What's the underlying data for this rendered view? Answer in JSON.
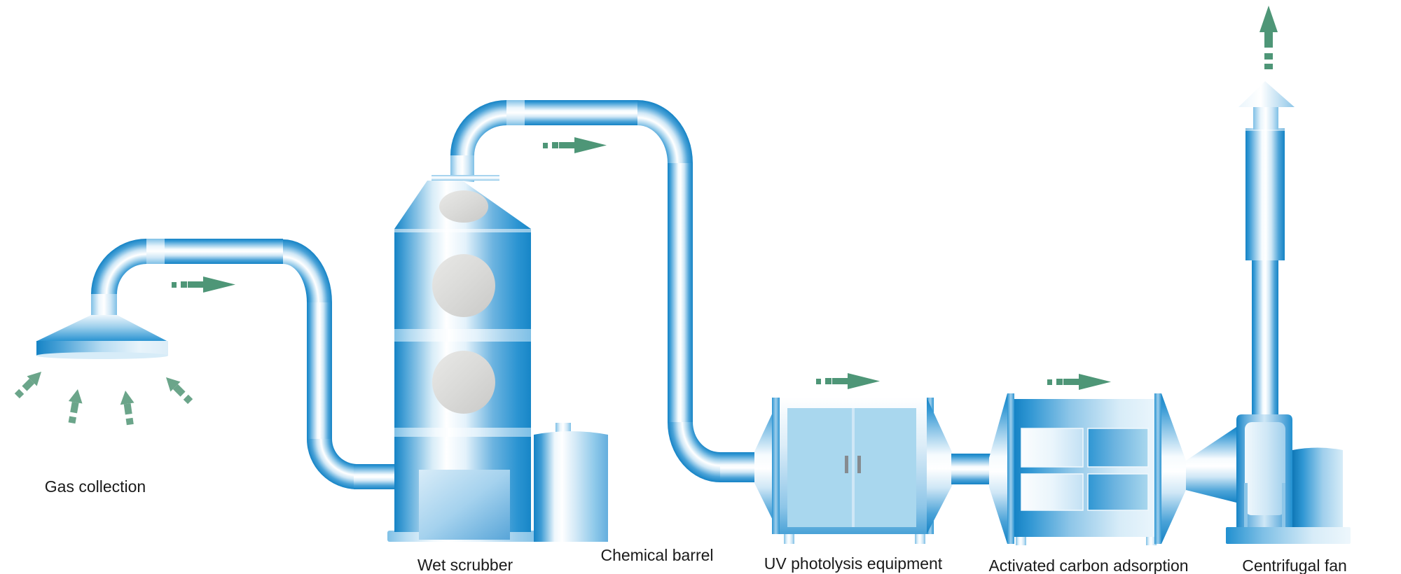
{
  "diagram": {
    "type": "process-flow",
    "background": "#ffffff",
    "stages": [
      {
        "id": "gas-collection",
        "label": "Gas collection"
      },
      {
        "id": "wet-scrubber",
        "label": "Wet scrubber"
      },
      {
        "id": "chemical-barrel",
        "label": "Chemical barrel"
      },
      {
        "id": "uv-photolysis",
        "label": "UV photolysis equipment"
      },
      {
        "id": "activated-carbon",
        "label": "Activated carbon adsorption"
      },
      {
        "id": "centrifugal-fan",
        "label": "Centrifugal fan"
      }
    ],
    "flow": {
      "direction": "left-to-right",
      "horizontal_arrow_count": 4,
      "suction_arrow_count": 4,
      "exhaust_arrow_count": 1
    },
    "colors": {
      "pipe_blue_dark": "#1583c5",
      "pipe_blue_mid": "#4ba3d8",
      "pipe_highlight": "#ffffff",
      "equipment_door_blue": "#a9d7ee",
      "panel_light_blue": "#d7ecf8",
      "window_gray": "#d5d5d3",
      "handle_gray": "#868b90",
      "arrow_green": "#4e9677",
      "arrow_green_light": "#6ba58a",
      "label_text": "#1a1a1a",
      "background": "#ffffff"
    }
  }
}
